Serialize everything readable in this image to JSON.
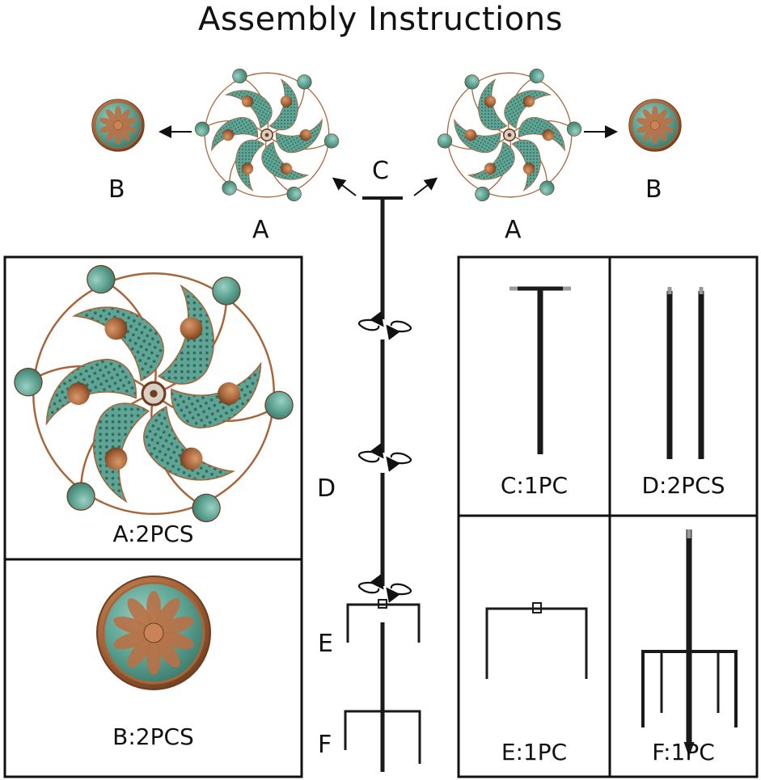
{
  "title": "Assembly Instructions",
  "top_labels": {
    "b_left": "B",
    "b_right": "B",
    "a_left": "A",
    "a_right": "A",
    "c": "C"
  },
  "center_labels": {
    "d": "D",
    "e": "E",
    "f": "F"
  },
  "parts": {
    "a": "A:2PCS",
    "b": "B:2PCS",
    "c": "C:1PC",
    "d": "D:2PCS",
    "e": "E:1PC",
    "f": "F:1PC"
  },
  "colors": {
    "patina": "#5fa494",
    "copper": "#a8653a",
    "frame": "#111111"
  }
}
